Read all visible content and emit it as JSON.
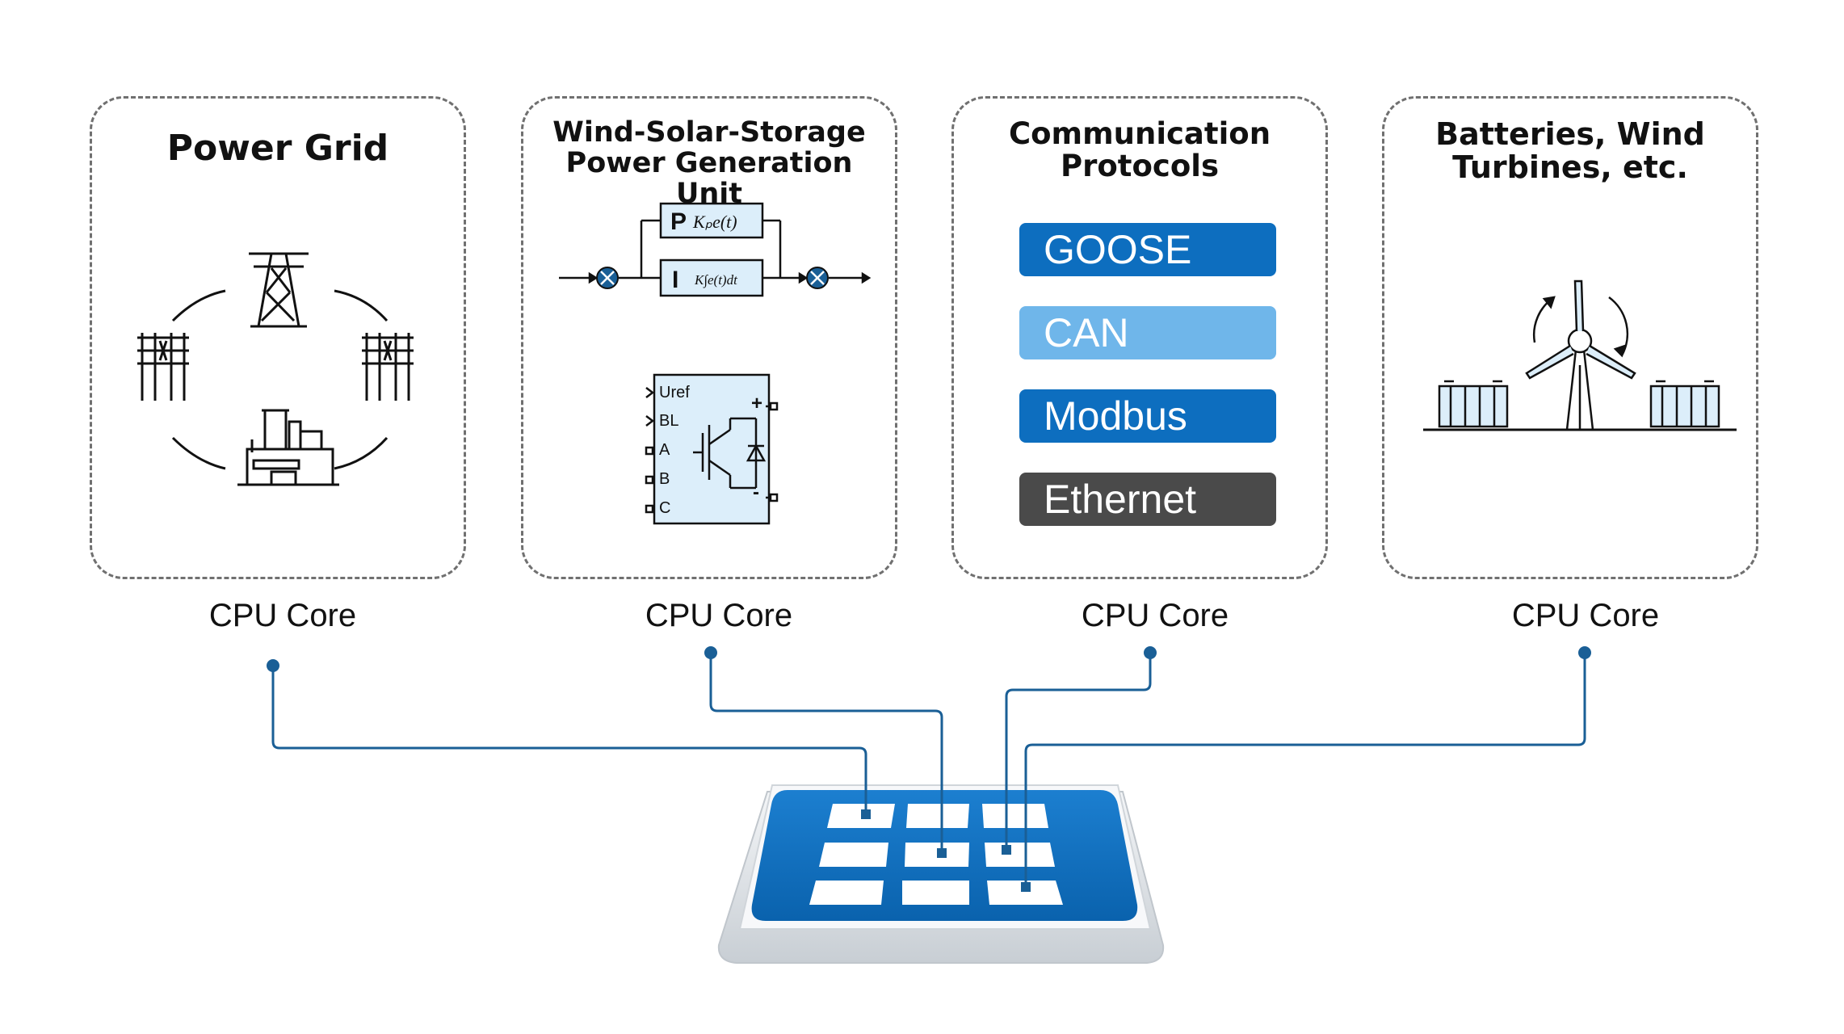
{
  "panels": [
    {
      "title": "Power Grid"
    },
    {
      "title": "Wind-Solar-Storage\nPower Generation Unit"
    },
    {
      "title": "Communication\nProtocols"
    },
    {
      "title": "Batteries, Wind\nTurbines, etc."
    }
  ],
  "core_labels": [
    "CPU Core",
    "CPU Core",
    "CPU Core",
    "CPU Core"
  ],
  "controller": {
    "p_label": "P",
    "p_expr": "Kₚe(t)",
    "i_label": "I",
    "i_expr": "K∫e(t)dt"
  },
  "inverter": {
    "ports": [
      "Uref",
      "BL",
      "A",
      "B",
      "C"
    ],
    "plus": "+",
    "minus": "-"
  },
  "protocols": [
    {
      "label": "GOOSE",
      "color": "#0d6ebf"
    },
    {
      "label": "CAN",
      "color": "#6fb6ea"
    },
    {
      "label": "Modbus",
      "color": "#0d6ebf"
    },
    {
      "label": "Ethernet",
      "color": "#4a4a4a"
    }
  ],
  "colors": {
    "accent_blue": "#0d6ebf",
    "wire": "#1a5f96",
    "dashed_border": "#707070"
  }
}
